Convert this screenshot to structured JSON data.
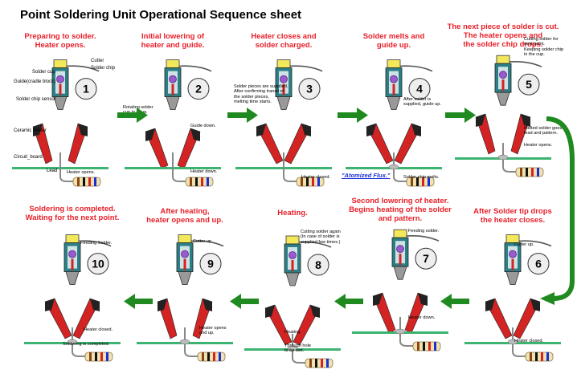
{
  "title": "Point Soldering Unit Operational Sequence sheet",
  "colors": {
    "accent_red": "#e8202a",
    "arrow_green": "#1f8a1f",
    "board_green": "#3cb371",
    "heater_dark": "#222",
    "heater_red": "#d42323",
    "flux_blue": "#1b2fd6"
  },
  "labels": {
    "cutter": "Cutter",
    "solder_chip": "Solder chip",
    "solder_cup": "Solder cup",
    "guide": "Guide(cradle block)",
    "chip_sensor": "Solder chip sensor",
    "ceramic_heater": "Ceramic heater",
    "circuit_board": "Circuit_board",
    "lead": "Lead",
    "atomized_flux": "\"Atomized Flux.\""
  },
  "steps": [
    {
      "number": "1",
      "title": "Preparing to solder.\nHeater opens.",
      "notes": [
        "Heater opens."
      ]
    },
    {
      "number": "2",
      "title": "Initial lowering of\nheater and guide.",
      "notes": [
        "Rotating solder\ncup in c.c.w.",
        "Guide down.",
        "Heater down."
      ]
    },
    {
      "number": "3",
      "title": "Heater closes and\nsolder charged.",
      "notes": [
        "Solder pieces are supplied.\nAfter confirming transit of\nthe solder pieces,\nmelting time starts.",
        "Heater closed."
      ]
    },
    {
      "number": "4",
      "title": "Solder melts and\nguide up.",
      "notes": [
        "After solder is\nsupplied, guide up.",
        "Solder chip melts."
      ]
    },
    {
      "number": "5",
      "title": "The next piece of solder is cut.\nThe heater opens and\nthe solder chip drops.",
      "notes": [
        "Cutting solder for\nnext point.\nKeeping solder chip\nin the cup.",
        "Melted solder goes\nlead and pattern.",
        "Heater opens."
      ]
    },
    {
      "number": "6",
      "title": "After Solder tip drops\nthe heater closes.",
      "notes": [
        "Cutter up.",
        "Heater closed."
      ]
    },
    {
      "number": "7",
      "title": "Second lowering of heater.\nBegins heating of the solder\nand pattern.",
      "notes": [
        "Feeding solder.",
        "Heater down."
      ]
    },
    {
      "number": "8",
      "title": "Heating.",
      "notes": [
        "Cutting solder again\n(In case of solder is\nsupplied few times.)",
        "Heating.",
        "Through hole\nto be wet."
      ]
    },
    {
      "number": "9",
      "title": "After heating,\nheater opens and up.",
      "notes": [
        "Cutter up.",
        "Heater opens\nand up."
      ]
    },
    {
      "number": "10",
      "title": "Soldering is completed.\nWaiting for the next point.",
      "notes": [
        "Feeding Solder.",
        "Heater closed.",
        "Soldering is completed."
      ]
    }
  ]
}
